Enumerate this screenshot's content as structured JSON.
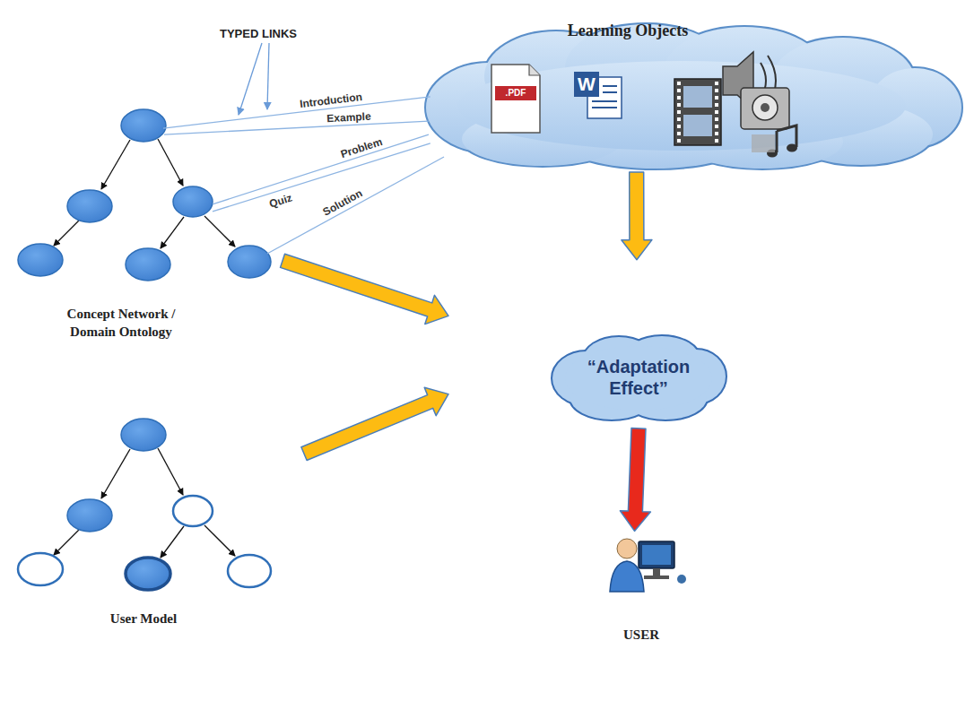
{
  "diagram": {
    "nodes": [
      {
        "text": [
          "Learning Objects"
        ]
      },
      {
        "text": [
          "Concept Network / Domain Ontology"
        ]
      },
      {
        "text": [
          "“Adaptation Effect”"
        ]
      },
      {
        "text": [
          "User Model"
        ]
      },
      {
        "text": [
          "USER"
        ]
      }
    ],
    "edges": [
      {
        "from": 1,
        "to": 0,
        "label": "Introduction",
        "arrow": "none"
      },
      {
        "from": 1,
        "to": 0,
        "label": "Example",
        "arrow": "none"
      },
      {
        "from": 1,
        "to": 0,
        "label": "Problem",
        "arrow": "none"
      },
      {
        "from": 1,
        "to": 0,
        "label": "Quiz",
        "arrow": "none"
      },
      {
        "from": 1,
        "to": 0,
        "label": "Solution",
        "arrow": "none"
      },
      {
        "from": 1,
        "to": 2,
        "arrow": "to"
      },
      {
        "from": 0,
        "to": 2,
        "arrow": "to"
      },
      {
        "from": 3,
        "to": 2,
        "arrow": "to"
      },
      {
        "from": 2,
        "to": 4,
        "arrow": "to"
      }
    ],
    "labels": [
      "TYPED LINKS",
      ".PDF",
      "W"
    ]
  }
}
